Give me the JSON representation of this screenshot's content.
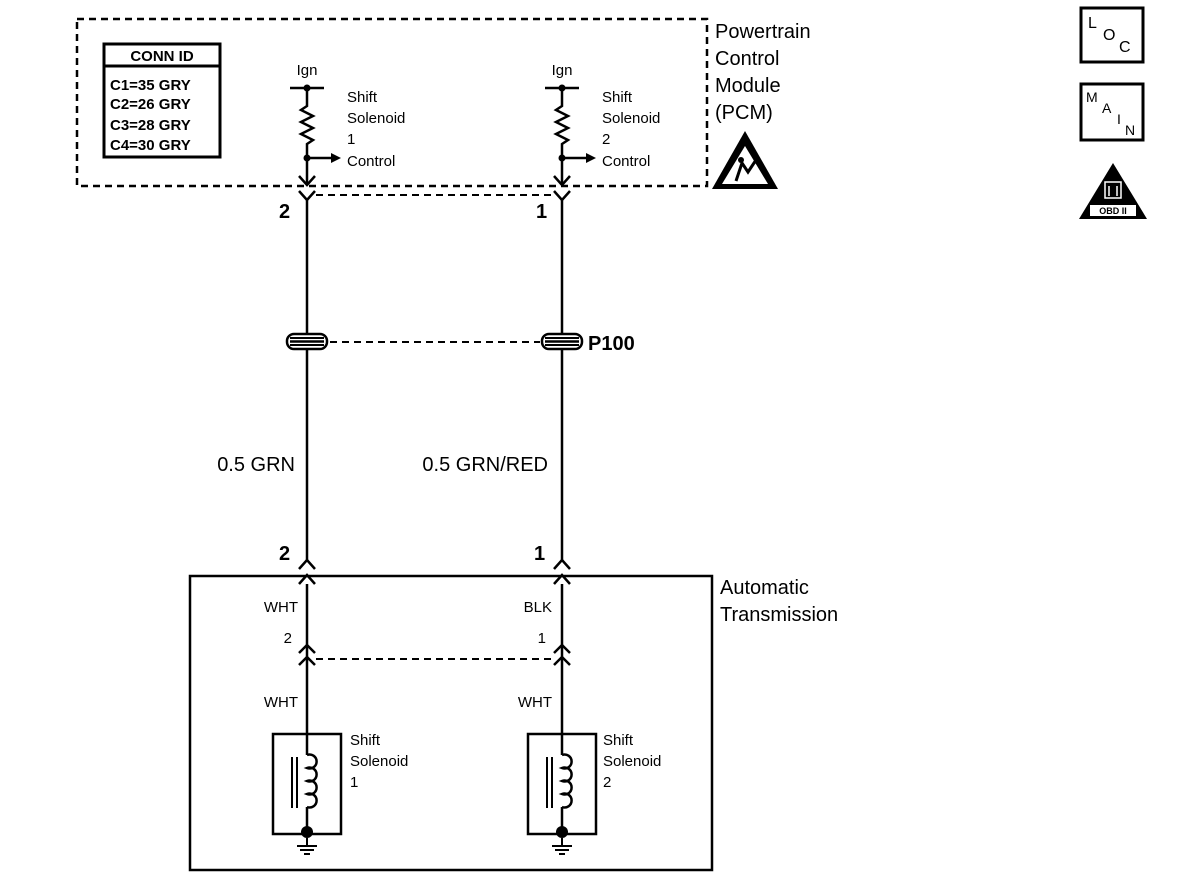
{
  "pcm": {
    "title_lines": [
      "Powertrain",
      "Control",
      "Module",
      "(PCM)"
    ]
  },
  "conn_id": {
    "header": "CONN ID",
    "rows": [
      "C1=35 GRY",
      "C2=26 GRY",
      "C3=28 GRY",
      "C4=30 GRY"
    ]
  },
  "pcm_circuits": [
    {
      "supply": "Ign",
      "label_lines": [
        "Shift",
        "Solenoid",
        "1",
        "Control"
      ],
      "pin": "2"
    },
    {
      "supply": "Ign",
      "label_lines": [
        "Shift",
        "Solenoid",
        "2",
        "Control"
      ],
      "pin": "1"
    }
  ],
  "splice": {
    "label": "P100"
  },
  "wires": [
    "0.5 GRN",
    "0.5 GRN/RED"
  ],
  "transmission": {
    "title_lines": [
      "Automatic",
      "Transmission"
    ],
    "connector_pins": [
      "2",
      "1"
    ],
    "upper_colors": [
      "WHT",
      "BLK"
    ],
    "inner_pins": [
      "2",
      "1"
    ],
    "lower_colors": [
      "WHT",
      "WHT"
    ],
    "solenoids": [
      {
        "label_lines": [
          "Shift",
          "Solenoid",
          "1"
        ]
      },
      {
        "label_lines": [
          "Shift",
          "Solenoid",
          "2"
        ]
      }
    ]
  },
  "icons": {
    "loc": {
      "letters": [
        "L",
        "O",
        "C"
      ]
    },
    "main": {
      "letters": [
        "M",
        "A",
        "I",
        "N"
      ]
    },
    "obd": {
      "label": "OBD II"
    }
  }
}
